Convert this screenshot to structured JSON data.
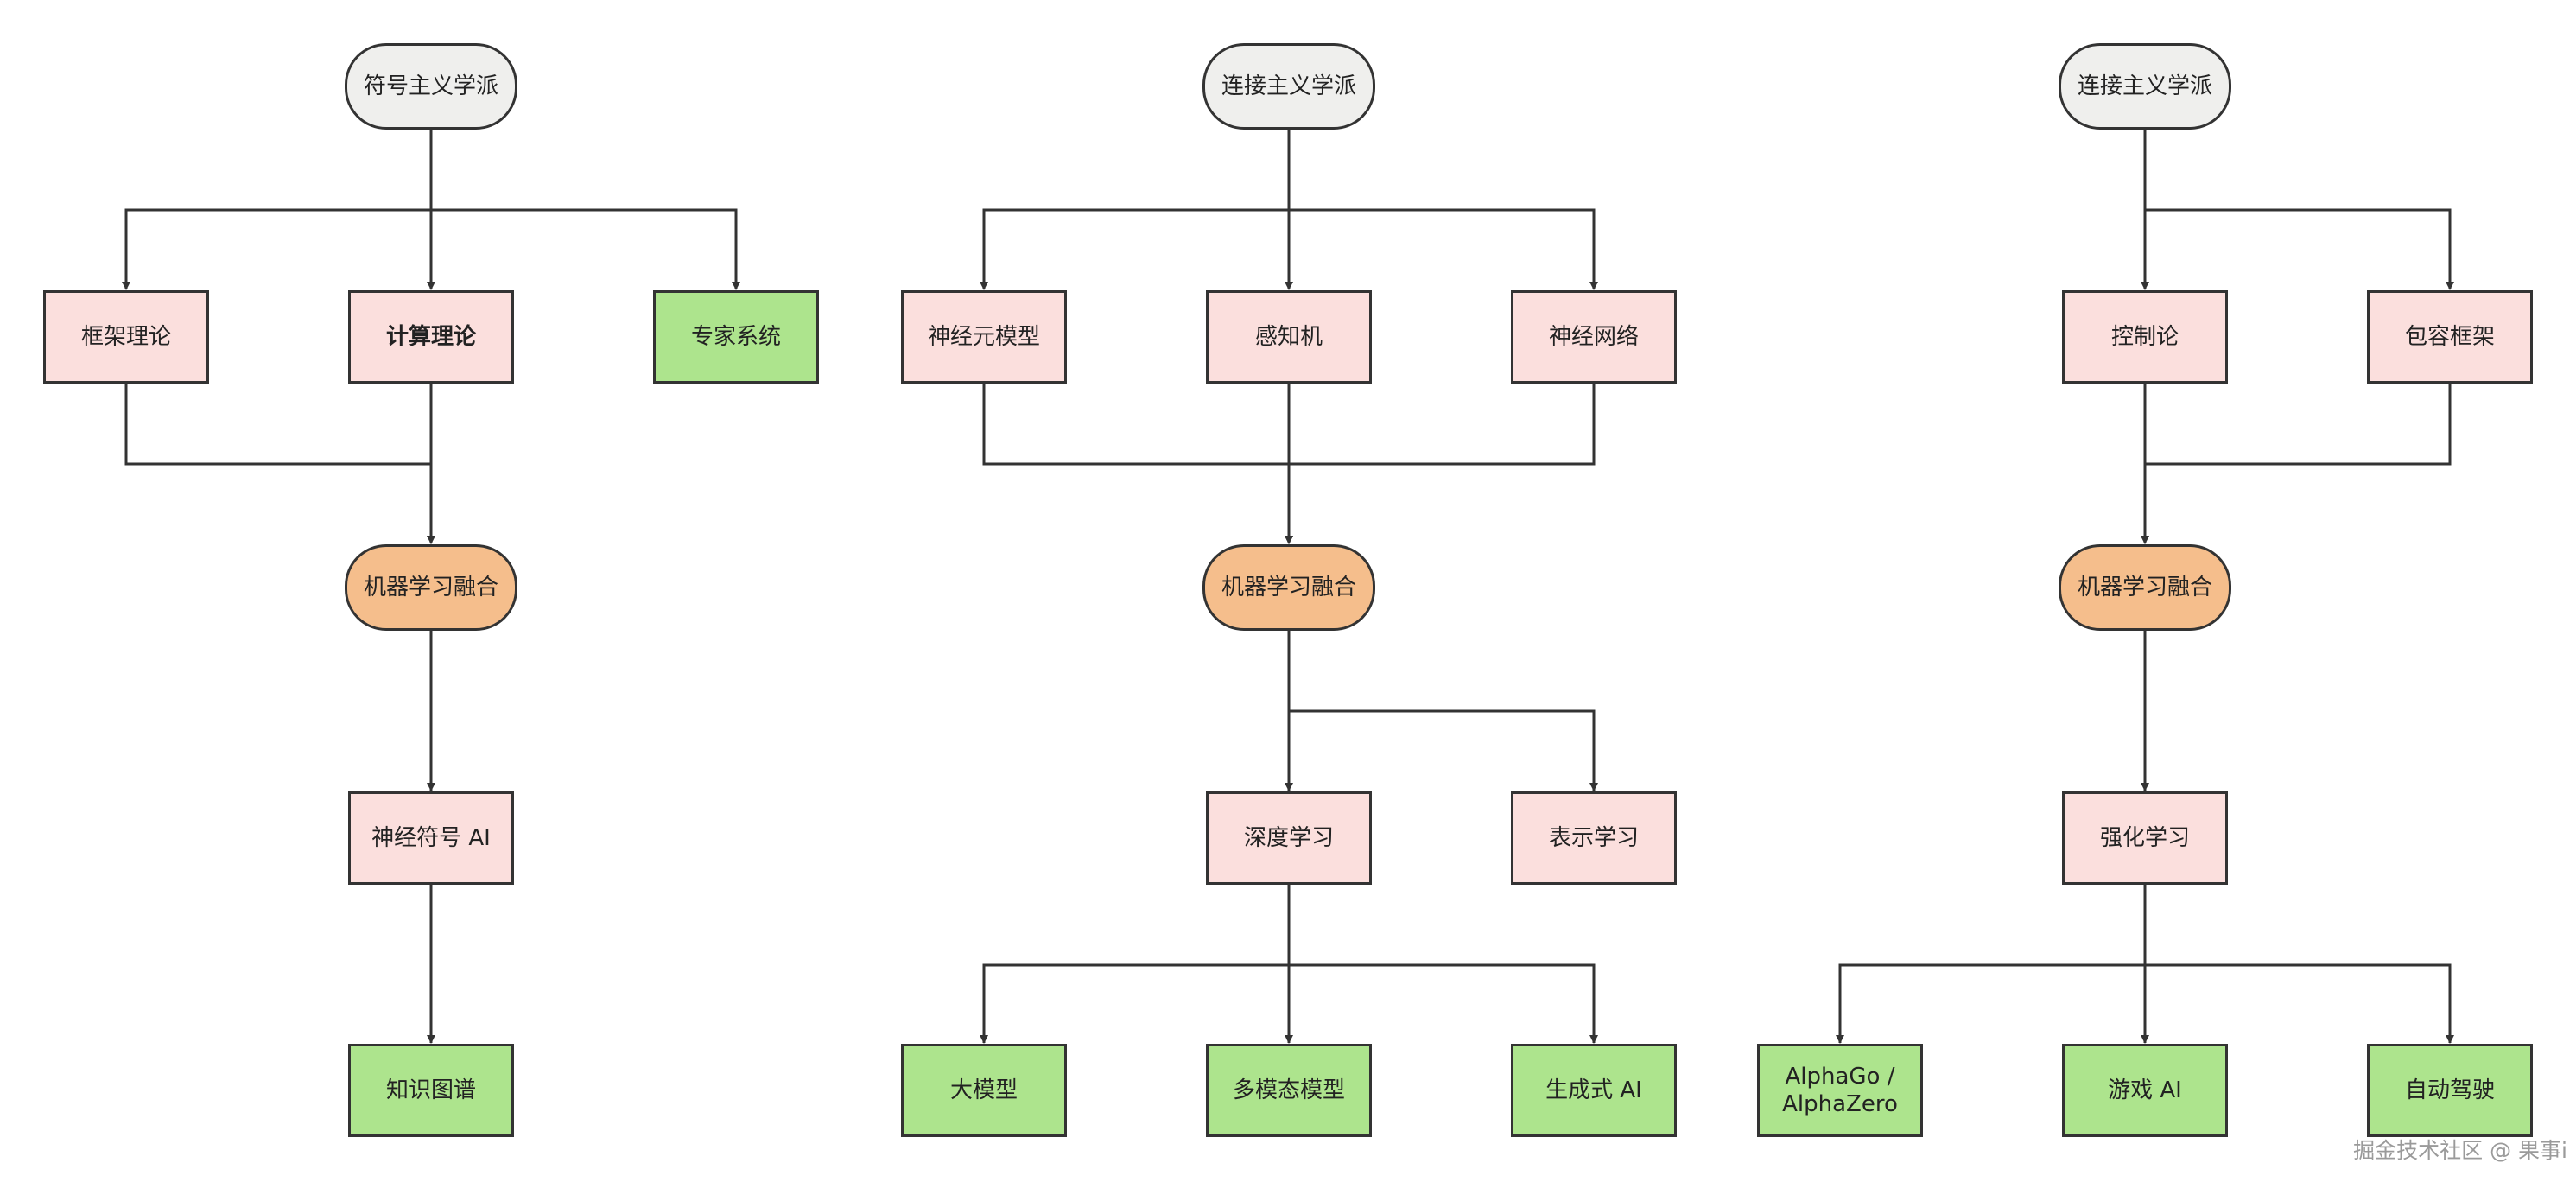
{
  "colors": {
    "root": "#efefed",
    "concept": "#fbdfdd",
    "merge": "#f5be8c",
    "application": "#ade48d",
    "line": "#333333"
  },
  "diagram": {
    "nodes": [
      {
        "id": "r1",
        "label": "符号主义学派",
        "kind": "root"
      },
      {
        "id": "r2",
        "label": "连接主义学派",
        "kind": "root"
      },
      {
        "id": "r3",
        "label": "连接主义学派",
        "kind": "root"
      },
      {
        "id": "frame",
        "label": "框架理论",
        "kind": "concept"
      },
      {
        "id": "compute",
        "label": "计算理论",
        "kind": "concept",
        "bold": true
      },
      {
        "id": "expert",
        "label": "专家系统",
        "kind": "application"
      },
      {
        "id": "neuron",
        "label": "神经元模型",
        "kind": "concept"
      },
      {
        "id": "perceptron",
        "label": "感知机",
        "kind": "concept"
      },
      {
        "id": "nn",
        "label": "神经网络",
        "kind": "concept"
      },
      {
        "id": "control",
        "label": "控制论",
        "kind": "concept"
      },
      {
        "id": "subsume",
        "label": "包容框架",
        "kind": "concept"
      },
      {
        "id": "m1",
        "label": "机器学习融合",
        "kind": "merge"
      },
      {
        "id": "m2",
        "label": "机器学习融合",
        "kind": "merge"
      },
      {
        "id": "m3",
        "label": "机器学习融合",
        "kind": "merge"
      },
      {
        "id": "nsai",
        "label": "神经符号 AI",
        "kind": "concept"
      },
      {
        "id": "dl",
        "label": "深度学习",
        "kind": "concept"
      },
      {
        "id": "rep",
        "label": "表示学习",
        "kind": "concept"
      },
      {
        "id": "rl",
        "label": "强化学习",
        "kind": "concept"
      },
      {
        "id": "kg",
        "label": "知识图谱",
        "kind": "application"
      },
      {
        "id": "llm",
        "label": "大模型",
        "kind": "application"
      },
      {
        "id": "mm",
        "label": "多模态模型",
        "kind": "application"
      },
      {
        "id": "gen",
        "label": "生成式 AI",
        "kind": "application"
      },
      {
        "id": "alpha",
        "label": "AlphaGo /\nAlphaZero",
        "kind": "application"
      },
      {
        "id": "game",
        "label": "游戏 AI",
        "kind": "application"
      },
      {
        "id": "drive",
        "label": "自动驾驶",
        "kind": "application"
      }
    ],
    "edges": [
      [
        "r1",
        "frame"
      ],
      [
        "r1",
        "compute"
      ],
      [
        "r1",
        "expert"
      ],
      [
        "frame",
        "m1"
      ],
      [
        "compute",
        "m1"
      ],
      [
        "m1",
        "nsai"
      ],
      [
        "nsai",
        "kg"
      ],
      [
        "r2",
        "neuron"
      ],
      [
        "r2",
        "perceptron"
      ],
      [
        "r2",
        "nn"
      ],
      [
        "neuron",
        "m2"
      ],
      [
        "perceptron",
        "m2"
      ],
      [
        "nn",
        "m2"
      ],
      [
        "m2",
        "dl"
      ],
      [
        "m2",
        "rep"
      ],
      [
        "dl",
        "llm"
      ],
      [
        "dl",
        "mm"
      ],
      [
        "dl",
        "gen"
      ],
      [
        "r3",
        "control"
      ],
      [
        "r3",
        "subsume"
      ],
      [
        "control",
        "m3"
      ],
      [
        "subsume",
        "m3"
      ],
      [
        "m3",
        "rl"
      ],
      [
        "rl",
        "alpha"
      ],
      [
        "rl",
        "game"
      ],
      [
        "rl",
        "drive"
      ]
    ]
  },
  "watermark": "掘金技术社区 @ 果事i"
}
